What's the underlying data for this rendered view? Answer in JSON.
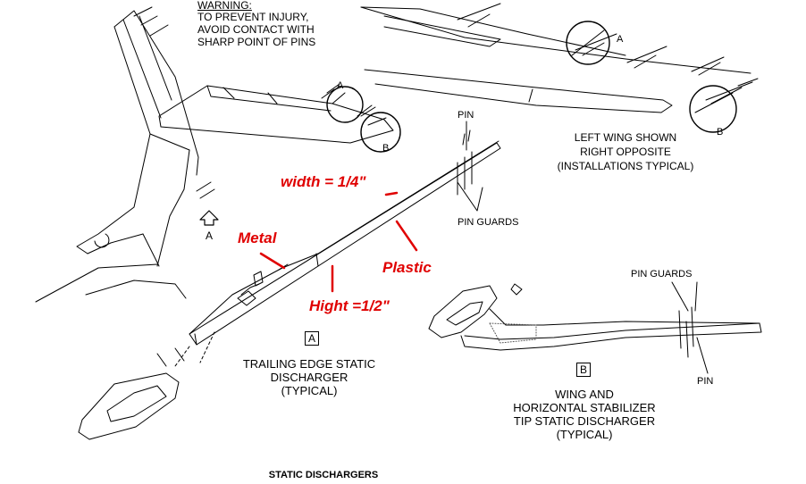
{
  "warning": {
    "heading": "WARNING:",
    "lines": [
      "TO PREVENT INJURY,",
      "AVOID CONTACT WITH",
      "SHARP POINT OF PINS"
    ]
  },
  "callouts": {
    "a": "A",
    "b": "B",
    "view_arrow_a": "A"
  },
  "wing_note": [
    "LEFT WING SHOWN",
    "RIGHT OPPOSITE",
    "(INSTALLATIONS TYPICAL)"
  ],
  "labels": {
    "pin_top": "PIN",
    "pin_guards_mid": "PIN GUARDS",
    "pin_guards_right": "PIN GUARDS",
    "pin_right": "PIN"
  },
  "annotations": {
    "width": "width = 1/4\"",
    "metal": "Metal",
    "plastic": "Plastic",
    "height": "Hight =1/2\""
  },
  "detail_a": {
    "letter": "A",
    "caption": [
      "TRAILING EDGE STATIC",
      "DISCHARGER",
      "(TYPICAL)"
    ]
  },
  "detail_b": {
    "letter": "B",
    "caption": [
      "WING AND",
      "HORIZONTAL STABILIZER",
      "TIP STATIC DISCHARGER",
      "(TYPICAL)"
    ]
  },
  "footer_title": "STATIC DISCHARGERS",
  "colors": {
    "annotation_red": "#e00000",
    "line": "#000000"
  }
}
